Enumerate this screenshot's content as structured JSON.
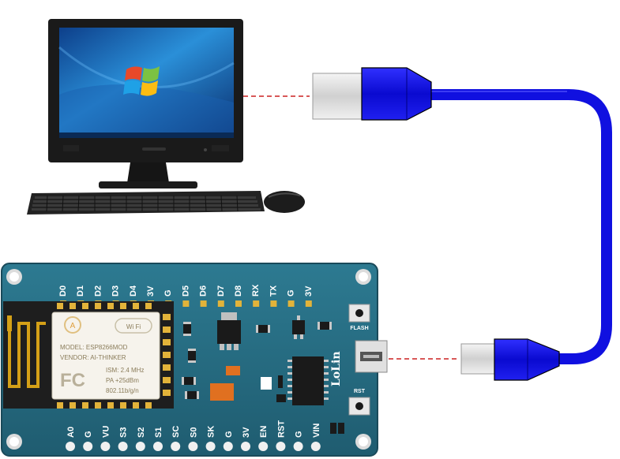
{
  "board": {
    "top_pins": [
      "D0",
      "D1",
      "D2",
      "D3",
      "D4",
      "3V",
      "G",
      "D5",
      "D6",
      "D7",
      "D8",
      "RX",
      "TX",
      "G",
      "3V"
    ],
    "bottom_pins": [
      "A0",
      "G",
      "VU",
      "S3",
      "S2",
      "S1",
      "SC",
      "S0",
      "SK",
      "G",
      "3V",
      "EN",
      "RST",
      "G",
      "VIN"
    ],
    "brand": "LoLin",
    "flash_label": "FLASH",
    "rst_label": "RST"
  },
  "module": {
    "wifi_label": "Wi Fi",
    "fcc_label": "FC",
    "model_line": "MODEL:  ESP8266MOD",
    "vendor_line": "VENDOR: AI-THINKER",
    "ism_line": "ISM:  2.4 MHz",
    "pa_line": "PA   +25dBm",
    "std_line": "802.11b/g/n"
  },
  "colors": {
    "board": "#2a6f85",
    "cable": "#1010e0",
    "connector": "#0a0ad0",
    "dashed": "#cc2020"
  }
}
